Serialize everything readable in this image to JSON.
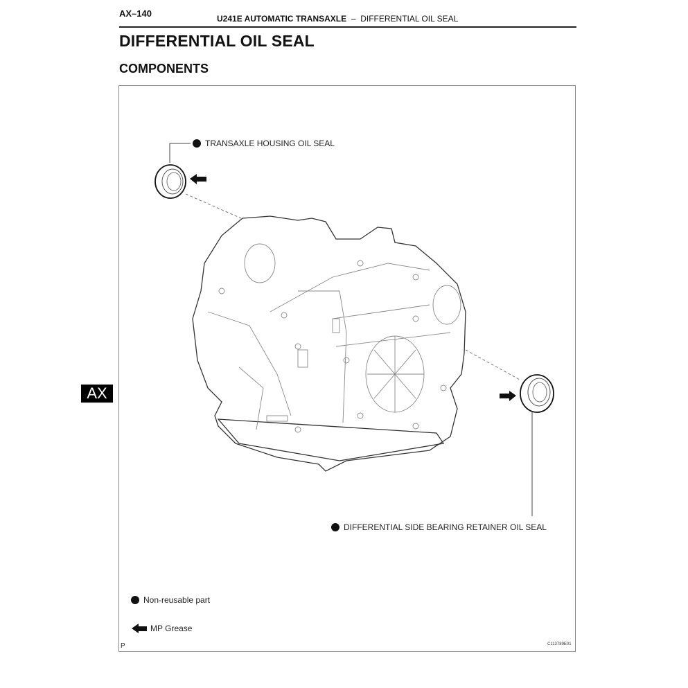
{
  "header": {
    "page_number": "AX–140",
    "section_bold": "U241E AUTOMATIC TRANSAXLE",
    "separator": "–",
    "section_sub": "DIFFERENTIAL OIL SEAL"
  },
  "title": "DIFFERENTIAL OIL SEAL",
  "subtitle": "COMPONENTS",
  "side_tab": "AX",
  "figure": {
    "callouts": [
      {
        "label": "TRANSAXLE HOUSING OIL SEAL",
        "icon": "non-reusable-dot",
        "grease": true
      },
      {
        "label": "DIFFERENTIAL SIDE BEARING RETAINER OIL SEAL",
        "icon": "non-reusable-dot",
        "grease": true
      }
    ],
    "legend": [
      {
        "icon": "filled-dot",
        "label": "Non-reusable part"
      },
      {
        "icon": "left-arrow",
        "label": "MP Grease"
      }
    ],
    "corner_mark": "P",
    "illustration_code": "C113789E01"
  }
}
